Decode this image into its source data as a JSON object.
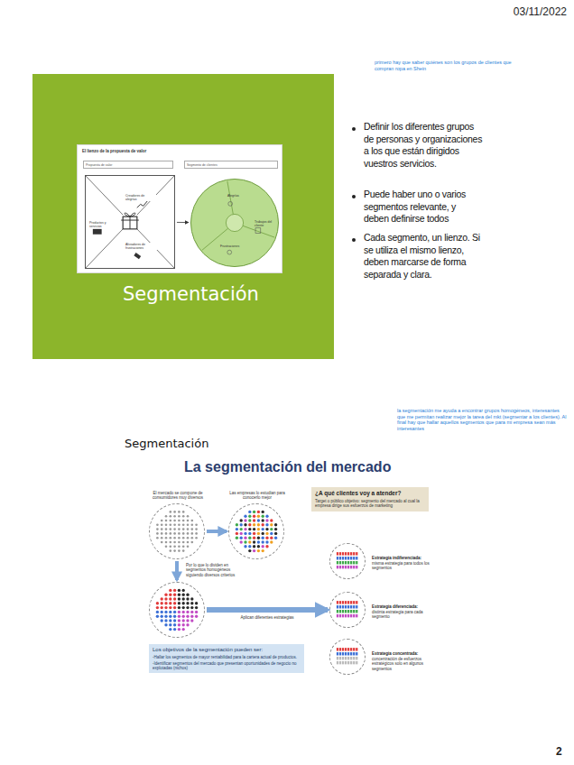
{
  "diagram": {
    "nodes": [
      {
        "text": [
          "Segmentación"
        ]
      },
      {
        "text": [
          "El lienzo de la propuesta de valor"
        ],
        "in": 0
      },
      {
        "text": [
          "Propuesta de valor"
        ],
        "in": 1
      },
      {
        "text": [
          "Segmento de clientes"
        ],
        "in": 1
      },
      {
        "text": [
          "Creadores de alegrías",
          "Productos y servicios",
          "Aliviadores de frustraciones"
        ],
        "in": 1
      },
      {
        "text": [
          "Alegrías",
          "Trabajos del cliente",
          "Frustraciones"
        ],
        "in": 1
      },
      {
        "text": [
          "El mercado se compone de consumidores muy diversos"
        ]
      },
      {
        "text": [
          "Las empresas lo estudian para conocerlo mejor"
        ]
      },
      {
        "text": [
          "Por lo que lo dividen en segmentos homogéneos siguiendo diversos criterios"
        ]
      },
      {
        "text": [
          "¿A qué clientes voy a atender?",
          "Target o público objetivo: segmento del mercado al cual la empresa dirige sus esfuerzos de marketing"
        ]
      },
      {
        "text": [
          "Estrategia indiferenciada:",
          "misma estrategia para todos los segmentos"
        ]
      },
      {
        "text": [
          "Estrategia diferenciada:",
          "distinta estrategia para cada segmento"
        ]
      },
      {
        "text": [
          "Estrategia concentrada:",
          "concentración de esfuerzos estratégicos solo en algunos segmentos"
        ]
      },
      {
        "text": [
          "Los objetivos de la segmentación pueden ser:",
          "-Hallar los segmentos de mayor rentabilidad para la cartera actual de productos.",
          "-Identificar segmentos del mercado que presentan oportunidades de negocio no explotadas (nichos)"
        ]
      }
    ],
    "edges": [
      {
        "from": 4,
        "to": 5,
        "arrow": "to"
      },
      {
        "from": 6,
        "to": 7,
        "arrow": "to"
      },
      {
        "from": 6,
        "to": 8,
        "arrow": "to"
      },
      {
        "from": 8,
        "to": 11,
        "label": "Aplican diferentes estrategias",
        "arrow": "to"
      }
    ],
    "labels": [
      "03/11/2022",
      "primero hay que saber quiénes son los grupos de clientes que compran ropa en Shein",
      "Definir los diferentes grupos de personas y organizaciones a los que están dirigidos vuestros servicios.",
      "Puede haber uno o varios segmentos relevante, y deben definirse todos",
      "Cada segmento, un lienzo. Si se utiliza el mismo lienzo, deben marcarse de forma separada y clara.",
      "la segmentación me ayuda a encontrar grupos homogéneos, interesantes que me permitan realizar mejor la tarea del mkt (segmentar a los clientes). Al final hay que hallar aquellos segmentos que para mi empresa sean más interesantes",
      "Segmentación",
      "La segmentación del mercado",
      "2"
    ]
  }
}
